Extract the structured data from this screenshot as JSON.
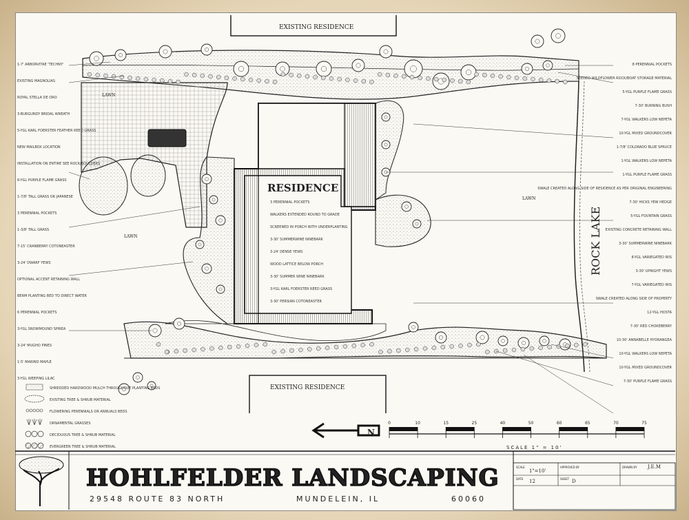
{
  "plan": {
    "top_label": "EXISTING RESIDENCE",
    "bottom_label": "EXISTING RESIDENCE",
    "residence_label": "RESIDENCE",
    "lake_label": "ROCK LAKE",
    "lawn_label": "LAWN"
  },
  "legend": {
    "items": [
      "SHREDDED HARDWOOD MULCH THROUGHOUT PLANTING BEDS",
      "EXISTING TREE & SHRUB MATERIAL",
      "FLOWERING PERENNIALS OR ANNUALS BEDS",
      "ORNAMENTAL GRASSES",
      "DECIDUOUS TREE & SHRUB MATERIAL",
      "EVERGREEN TREE & SHRUB MATERIAL"
    ]
  },
  "scale": {
    "ticks": [
      "0",
      "10",
      "15",
      "25",
      "40",
      "50",
      "60",
      "65",
      "70",
      "75"
    ],
    "label": "SCALE 1\" = 10'",
    "north": "N"
  },
  "title_block": {
    "company": "HOHLFELDER LANDSCAPING",
    "address": "29548 ROUTE 83 NORTH",
    "city": "MUNDELEIN, IL",
    "zip": "60060",
    "scale_label": "SCALE",
    "scale_value": "1\"=10'",
    "date_label": "DATE",
    "date_value": "12",
    "approved_label": "APPROVED BY",
    "drawn_label": "DRAWN BY",
    "drawn_value": "J.E.M",
    "sheet_label": "SHEET",
    "sheet_value": "D"
  },
  "notes_left": [
    "1-7' ARBORVITAE 'TECHNY'",
    "EXISTING MAGNOLIAS",
    "ROYAL STELLA DE ORO",
    "3-BURGUNDY BRIDAL WREATH",
    "5-YGL KARL FOERSTER FEATHER REED GRASS",
    "NEW MAILBOX LOCATION",
    "INSTALLATION ON ENTIRE SEE ROCK/BOULDERS",
    "6-YGL PURPLE FLAME GRASS",
    "1-7/8' TALL GRASS OR JAPANESE",
    "3 PERENNIAL POCKETS",
    "1-3/8' TALL GRASS",
    "7-15' CRANBERRY COTONEASTER",
    "3-24' DWARF YEWS",
    "OPTIONAL ACCENT RETAINING WALL",
    "BERM PLANTING BED TO DIRECT WATER",
    "6 PERENNIAL POCKETS",
    "3-YGL SNOWMOUND SPIREA",
    "3-24' MUGHO PINES",
    "1-5' MARINO MAPLE",
    "3-YGL WEEPING LILAC"
  ],
  "notes_right": [
    "8 PERENNIAL POCKETS",
    "SEEDED WILDFLOWER ROCK/BOAT STORAGE MATERIAL",
    "5-YGL PURPLE FLAME GRASS",
    "7-30' BURNING BUSH",
    "7-YGL WALKERS LOW NEPETA",
    "10-YGL MIXED GROUNDCOVER",
    "1-7/8' COLORADO BLUE SPRUCE",
    "1-YGL WALKERS LOW NEPETA",
    "1-YGL PURPLE FLAME GRASS",
    "SWALE CREATED ALONG SIDE OF RESIDENCE AS PER ORIGINAL ENGINEERING",
    "7-30' HICKS YEW HEDGE",
    "5-YGL FOUNTAIN GRASS",
    "EXISTING CONCRETE RETAINING WALL",
    "3-30' SUMMERWINE NINEBARK",
    "8-YGL VARIEGATED IRIS",
    "3-30' UPRIGHT YEWS",
    "7-YGL VARIEGATED IRIS",
    "SWALE CREATED ALONG SIDE OF PROPERTY",
    "12-YGL HOSTA",
    "7-30' RED CHOKEBERRY",
    "10-30' ANNABELLE HYDRANGEA",
    "10-YGL WALKERS LOW NEPETA",
    "10-YGL MIXED GROUNDCOVER",
    "7-30' PURPLE FLAME GRASS"
  ],
  "notes_center": [
    "3 PERENNIAL POCKETS",
    "WALKERS EXTENDED ROUND TO GRADE",
    "SCREENED IN PORCH WITH UNDERPLANTING",
    "3-30' SUMMERWINE NINEBARK",
    "3-24' DENSE YEWS",
    "WOOD LATTICE BELOW PORCH",
    "3-30' SUMMER WINE NINEBARK",
    "3-YGL KARL FOERSTER REED GRASS",
    "3-30' PERSIAN COTONEASTER"
  ]
}
